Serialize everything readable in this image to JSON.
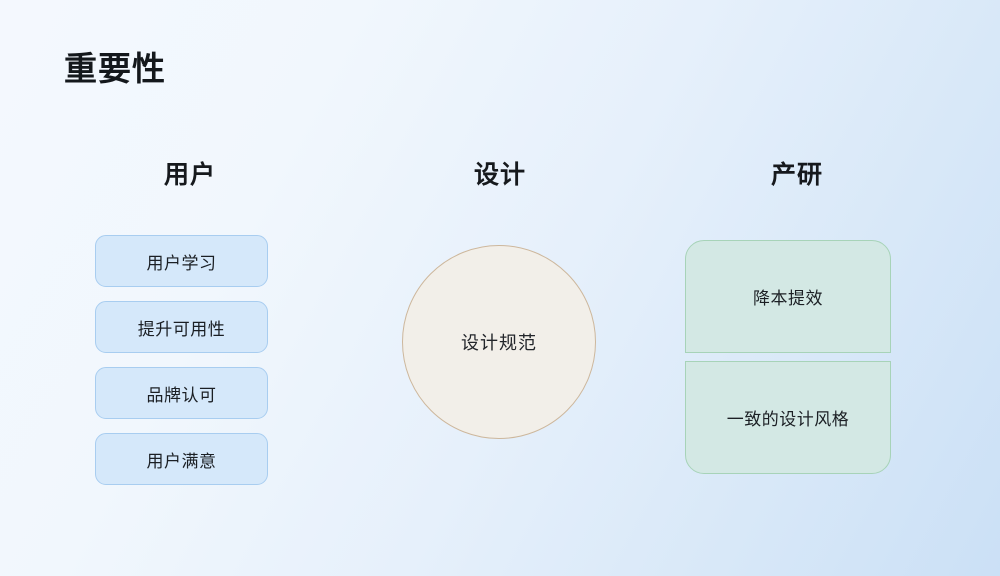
{
  "slide": {
    "title": "重要性",
    "background": {
      "from": "#f4f8fe",
      "to": "#cbe0f6"
    }
  },
  "columns": {
    "user": {
      "heading": "用户",
      "accent": "#a8cdf0",
      "fill": "#d5e8fa",
      "items": [
        {
          "label": "用户学习"
        },
        {
          "label": "提升可用性"
        },
        {
          "label": "品牌认可"
        },
        {
          "label": "用户满意"
        }
      ]
    },
    "design": {
      "heading": "设计",
      "accent": "#cdb79c",
      "fill": "#f2efe9",
      "circle_label": "设计规范"
    },
    "product": {
      "heading": "产研",
      "accent": "#a7d3b8",
      "fill": "#d3e8e4",
      "items": [
        {
          "label": "降本提效"
        },
        {
          "label": "一致的设计风格"
        }
      ]
    }
  }
}
